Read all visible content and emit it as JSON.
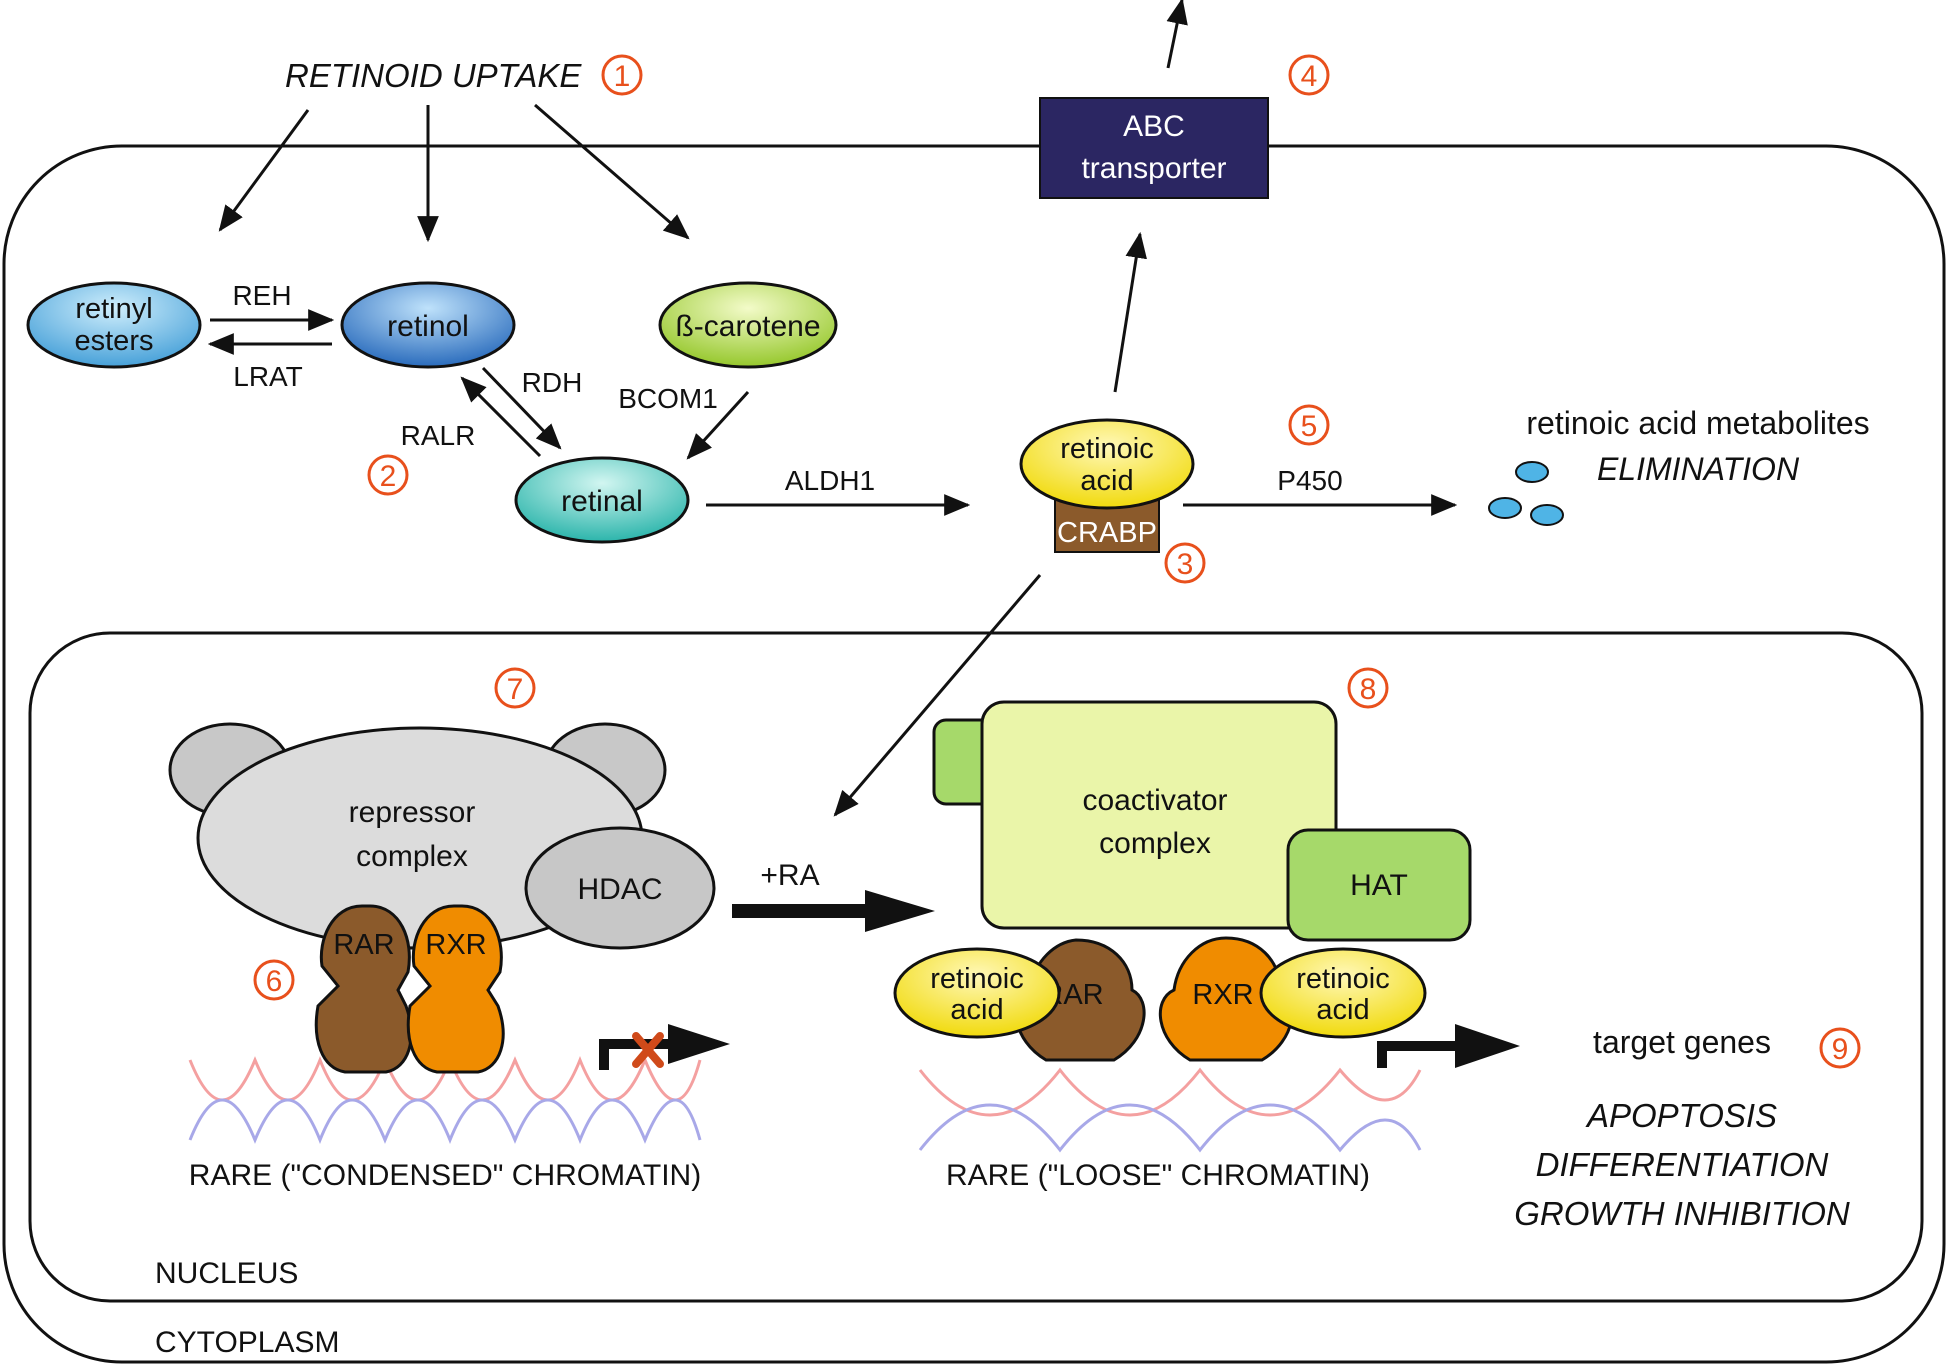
{
  "title": "",
  "colors": {
    "orange_number": "#e8501c",
    "abc_box": "#2b2662",
    "rar_brown": "#8b5a2b",
    "rxr_orange": "#f08c00",
    "retinoic_yellow": "#f5e642",
    "coactivator_green": "#eaf5a9",
    "hat_green": "#a6d96a",
    "repressor_grey": "#dcdcdc",
    "hdac_grey": "#c7c7c7"
  },
  "uptake": {
    "label": "RETINOID UPTAKE",
    "num": "1"
  },
  "transporter": {
    "line1": "ABC",
    "line2": "transporter",
    "num": "4"
  },
  "molecules": {
    "retinyl_esters": {
      "line1": "retinyl",
      "line2": "esters"
    },
    "retinol": "retinol",
    "beta_carotene": "ß-carotene",
    "retinal": "retinal",
    "retinoic_acid": {
      "line1": "retinoic",
      "line2": "acid"
    },
    "crabp": "CRABP"
  },
  "enzymes": {
    "reh": "REH",
    "lrat": "LRAT",
    "rdh": "RDH",
    "ralr": "RALR",
    "bcom1": "BCOM1",
    "aldh1": "ALDH1",
    "p450": "P450"
  },
  "step_numbers": {
    "two": "2",
    "three": "3",
    "five": "5",
    "six": "6",
    "seven": "7",
    "eight": "8",
    "nine": "9"
  },
  "metabolites": {
    "label": "retinoic acid metabolites",
    "elimination": "ELIMINATION"
  },
  "repression": {
    "repressor_line1": "repressor",
    "repressor_line2": "complex",
    "hdac": "HDAC",
    "rar": "RAR",
    "rxr": "RXR",
    "rare_label": "RARE (\"CONDENSED\" CHROMATIN)"
  },
  "plus_ra": "+RA",
  "activation": {
    "coactivator_line1": "coactivator",
    "coactivator_line2": "complex",
    "hat": "HAT",
    "rar": "RAR",
    "rxr": "RXR",
    "ra_left": {
      "line1": "retinoic",
      "line2": "acid"
    },
    "ra_right": {
      "line1": "retinoic",
      "line2": "acid"
    },
    "rare_label": "RARE  (\"LOOSE\" CHROMATIN)"
  },
  "targets": {
    "label": "target genes",
    "outcomes": [
      "APOPTOSIS",
      "DIFFERENTIATION",
      "GROWTH INHIBITION"
    ]
  },
  "compartments": {
    "nucleus": "NUCLEUS",
    "cytoplasm": "CYTOPLASM"
  }
}
